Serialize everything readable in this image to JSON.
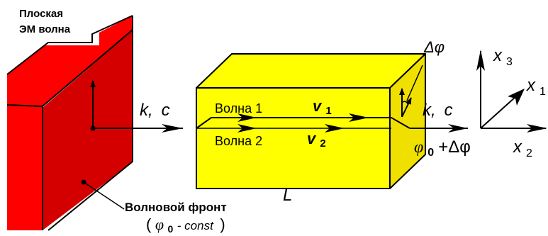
{
  "colors": {
    "wavefront_front": "#ff0000",
    "wavefront_side": "#d40000",
    "box_front": "#ffff00",
    "box_top": "#ffff00",
    "box_side": "#e8d800",
    "line": "#000000",
    "background": "#ffffff"
  },
  "labels": {
    "plane_wave_line1": "Плоская",
    "plane_wave_line2": "ЭМ волна",
    "k_c_left_k": "k,",
    "k_c_left_c": "c",
    "k_c_right_k": "k,",
    "k_c_right_c": "c",
    "wave1": "Волна 1",
    "wave2": "Волна 2",
    "v1": "v",
    "v1_sub": "1",
    "v2": "v",
    "v2_sub": "2",
    "delta_phi": "Δφ",
    "phi_sum_phi": "φ",
    "phi_sum_sub": "0",
    "phi_sum_rest": "+Δφ",
    "length": "L",
    "wavefront_label": "Волновой фронт",
    "wavefront_phi": "φ",
    "wavefront_sub": "0",
    "wavefront_const": " - const",
    "open_paren": "(",
    "close_paren": ")",
    "axis_x3": "x",
    "axis_x3_sub": "3",
    "axis_x1": "x",
    "axis_x1_sub": "1",
    "axis_x2": "x",
    "axis_x2_sub": "2"
  }
}
